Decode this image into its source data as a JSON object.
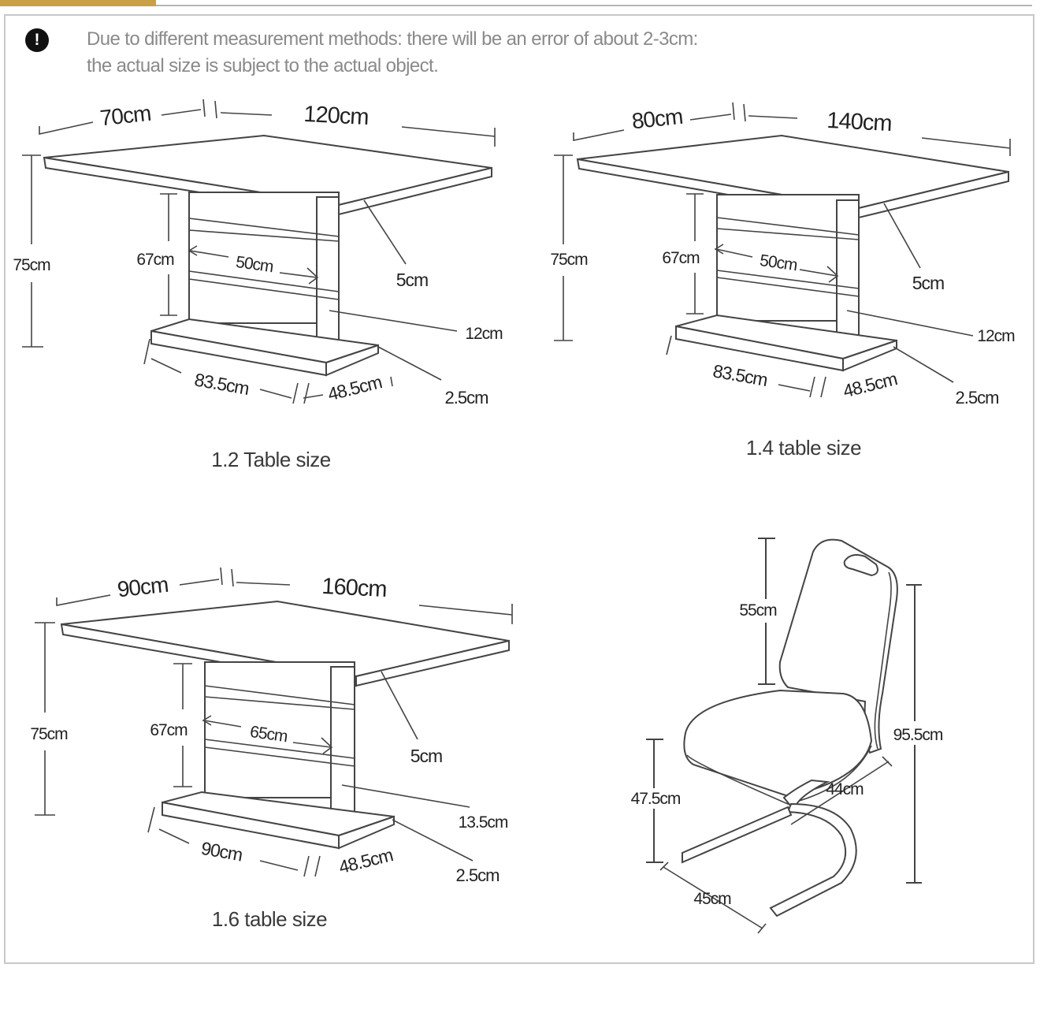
{
  "notice": {
    "icon": "exclamation-icon",
    "line1": "Due to different measurement methods: there will be an error of about 2-3cm:",
    "line2": "the actual size is subject to the actual object."
  },
  "tables": [
    {
      "caption": "1.2 Table size",
      "width": "70cm",
      "length": "120cm",
      "height": "75cm",
      "inner_height": "67cm",
      "inner_width": "50cm",
      "top_thickness": "5cm",
      "pedestal_depth": "12cm",
      "base_length": "83.5cm",
      "base_width": "48.5cm",
      "base_thickness": "2.5cm"
    },
    {
      "caption": "1.4 table size",
      "width": "80cm",
      "length": "140cm",
      "height": "75cm",
      "inner_height": "67cm",
      "inner_width": "50cm",
      "top_thickness": "5cm",
      "pedestal_depth": "12cm",
      "base_length": "83.5cm",
      "base_width": "48.5cm",
      "base_thickness": "2.5cm"
    },
    {
      "caption": "1.6 table size",
      "width": "90cm",
      "length": "160cm",
      "height": "75cm",
      "inner_height": "67cm",
      "inner_width": "65cm",
      "top_thickness": "5cm",
      "pedestal_depth": "13.5cm",
      "base_length": "90cm",
      "base_width": "48.5cm",
      "base_thickness": "2.5cm"
    }
  ],
  "chair": {
    "backrest_height": "55cm",
    "total_height": "95.5cm",
    "seat_height": "47.5cm",
    "seat_depth": "44cm",
    "base_width": "45cm"
  }
}
